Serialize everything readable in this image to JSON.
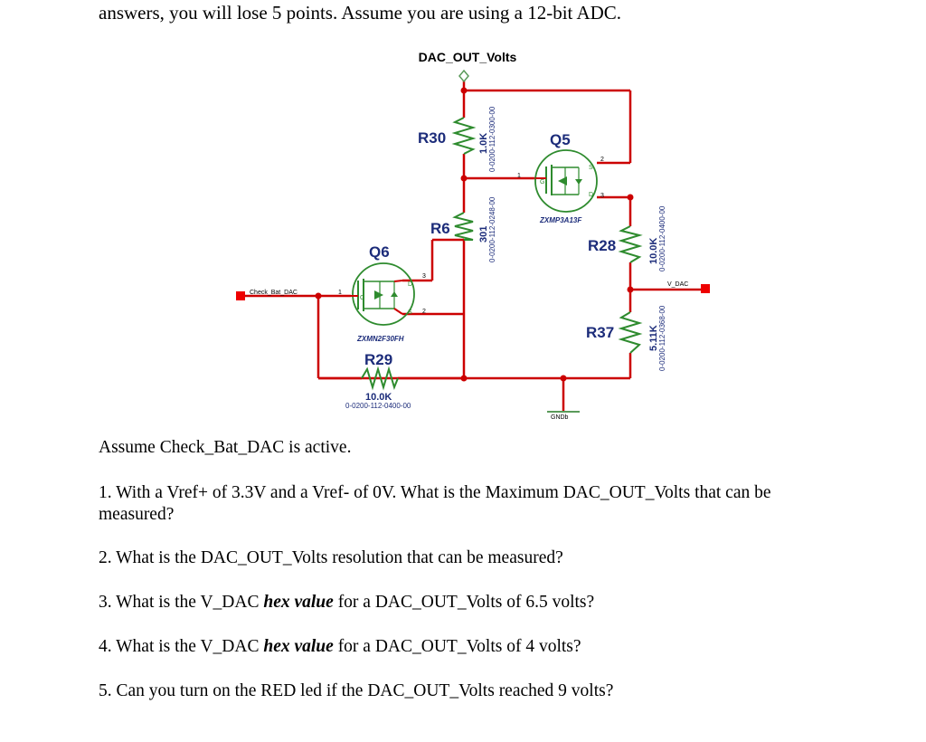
{
  "header_text": "answers, you will lose 5 points.  Assume you are using a 12-bit ADC.",
  "schematic": {
    "title": "DAC_OUT_Volts",
    "q5": {
      "ref": "Q5",
      "part": "ZXMP3A13F",
      "pin1": "1",
      "pin2": "2",
      "pin3": "3",
      "g": "G",
      "s": "S",
      "d": "D"
    },
    "q6": {
      "ref": "Q6",
      "part": "ZXMN2F30FH",
      "pin1": "1",
      "pin2": "2",
      "pin3": "3",
      "g": "G",
      "s": "S",
      "d": "D"
    },
    "r30": {
      "ref": "R30",
      "value": "1.0K",
      "part": "0-0200-112-0300-00"
    },
    "r6": {
      "ref": "R6",
      "value": "301",
      "part": "0-0200-112-0248-00"
    },
    "r28": {
      "ref": "R28",
      "value": "10.0K",
      "part": "0-0200-112-0400-00"
    },
    "r37": {
      "ref": "R37",
      "value": "5.11K",
      "part": "0-0200-112-0368-00"
    },
    "r29": {
      "ref": "R29",
      "value": "10.0K",
      "part": "0-0200-112-0400-00"
    },
    "check_bat_dac": "Check_Bat_DAC",
    "v_dac": "V_DAC",
    "gnd": "GNDb"
  },
  "body": {
    "assume": "Assume Check_Bat_DAC is active.",
    "q1_line1": "1. With a Vref+ of 3.3V and a Vref- of 0V. What is the Maximum DAC_OUT_Volts that can be",
    "q1_line2": "measured?",
    "q2": "2. What is the DAC_OUT_Volts resolution that can be measured?",
    "q3_pre": "3. What is the V_DAC ",
    "q3_em": "hex value",
    "q3_post": " for a DAC_OUT_Volts of 6.5 volts?",
    "q4_pre": "4. What is the V_DAC ",
    "q4_em": "hex value",
    "q4_post": " for a DAC_OUT_Volts of 4 volts?",
    "q5": "5. Can you turn on the RED led if the DAC_OUT_Volts reached 9 volts?"
  },
  "colors": {
    "wire": "#cc0000",
    "text_blue": "#1c2c7a",
    "mosfet": "#2e8b2e",
    "resistor": "#2e8b2e"
  }
}
